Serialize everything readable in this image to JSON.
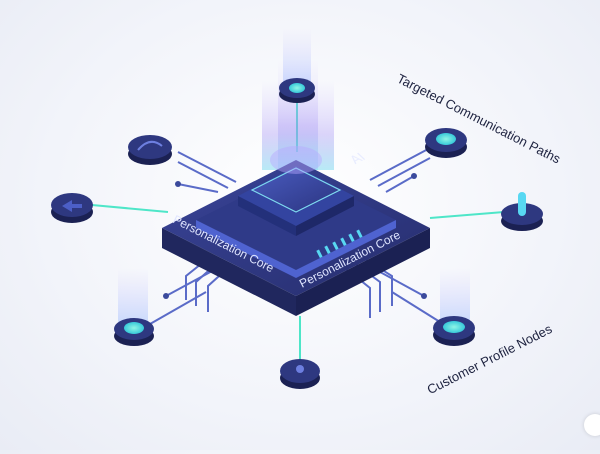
{
  "labels": {
    "targeted_paths": "Targeted Communication Paths",
    "customer_nodes": "Customer Profile Nodes",
    "core_left": "Personalization Core",
    "core_right": "Personalization Core",
    "chip": "AI"
  },
  "colors": {
    "chip_dark": "#2c3474",
    "chip_mid": "#3d4fa8",
    "accent_teal": "#4ee6c8",
    "accent_cyan": "#58d8f2",
    "glow_purple": "#a98cf5",
    "text": "#1e2340"
  },
  "nodes": [
    {
      "id": "top",
      "icon": "circle-dot-icon"
    },
    {
      "id": "upper-left",
      "icon": "wifi-arc-icon"
    },
    {
      "id": "left",
      "icon": "arrow-icon"
    },
    {
      "id": "upper-right",
      "icon": "ring-icon"
    },
    {
      "id": "right",
      "icon": "beacon-icon"
    },
    {
      "id": "lower-left",
      "icon": "ring-icon"
    },
    {
      "id": "bottom",
      "icon": "user-icon"
    },
    {
      "id": "lower-right",
      "icon": "ring-icon"
    }
  ]
}
